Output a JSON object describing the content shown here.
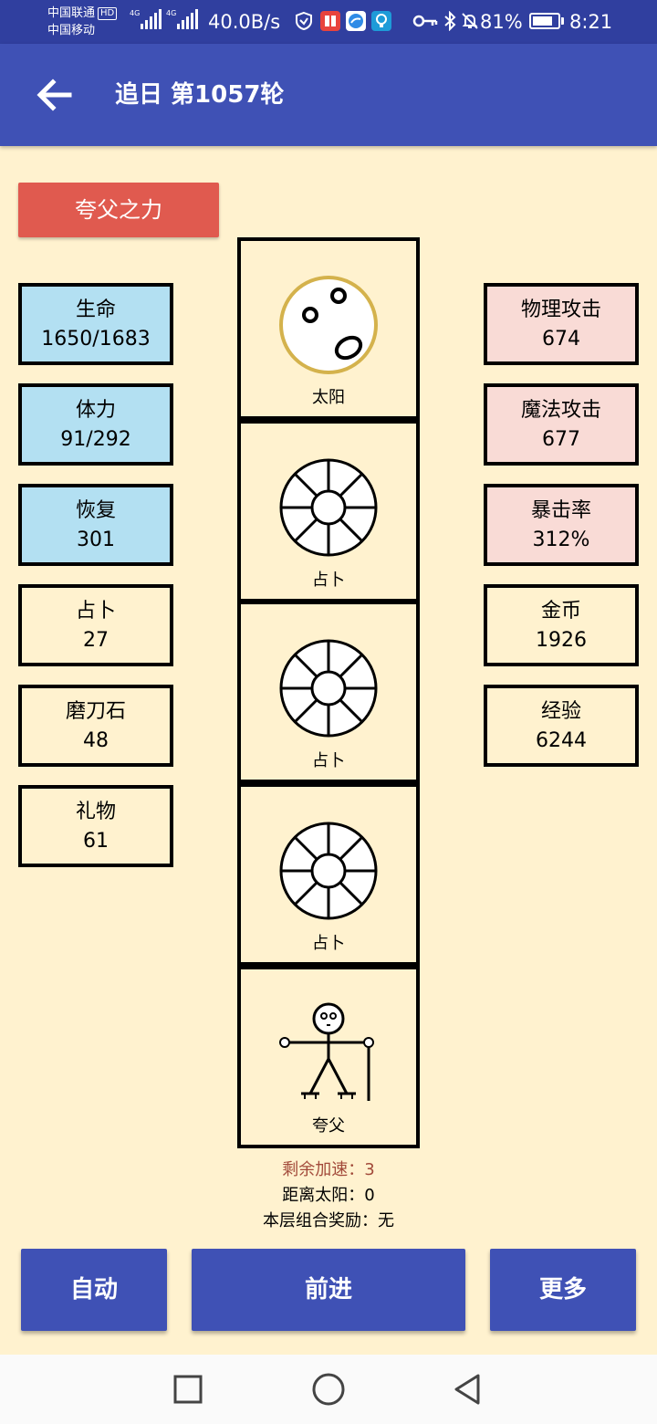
{
  "status_bar": {
    "carrier_1": "中国联通",
    "hd_badge": "HD",
    "carrier_2": "中国移动",
    "network_1": "4G",
    "network_2": "4G",
    "net_speed": "40.0B/s",
    "battery_percent": "81%",
    "battery_level": 0.81,
    "time": "8:21",
    "icons": [
      "signal-icon",
      "signal-icon",
      "shield-icon",
      "book-app-icon",
      "browser-app-icon",
      "bulb-app-icon",
      "key-icon",
      "bluetooth-icon",
      "mute-icon",
      "battery-icon"
    ]
  },
  "app_bar": {
    "title": "追日 第1057轮",
    "back_icon": "arrow-left-icon"
  },
  "power_button": {
    "label": "夸父之力",
    "color": "#e05a4f"
  },
  "left_stats": [
    {
      "label": "生命",
      "value": "1650/1683",
      "color": "#b3e0f2"
    },
    {
      "label": "体力",
      "value": "91/292",
      "color": "#b3e0f2"
    },
    {
      "label": "恢复",
      "value": "301",
      "color": "#b3e0f2"
    },
    {
      "label": "占卜",
      "value": "27",
      "color": "#fff2cf"
    },
    {
      "label": "磨刀石",
      "value": "48",
      "color": "#fff2cf"
    },
    {
      "label": "礼物",
      "value": "61",
      "color": "#fff2cf"
    }
  ],
  "right_stats": [
    {
      "label": "物理攻击",
      "value": "674",
      "color": "#f9dbd6"
    },
    {
      "label": "魔法攻击",
      "value": "677",
      "color": "#f9dbd6"
    },
    {
      "label": "暴击率",
      "value": "312%",
      "color": "#f9dbd6"
    },
    {
      "label": "金币",
      "value": "1926",
      "color": "#fff2cf"
    },
    {
      "label": "经验",
      "value": "6244",
      "color": "#fff2cf"
    }
  ],
  "tower": [
    {
      "icon": "sun-icon",
      "label": "太阳"
    },
    {
      "icon": "divination-wheel-icon",
      "label": "占卜"
    },
    {
      "icon": "divination-wheel-icon",
      "label": "占卜"
    },
    {
      "icon": "divination-wheel-icon",
      "label": "占卜"
    },
    {
      "icon": "kuafu-stickman-icon",
      "label": "夸父"
    }
  ],
  "info": {
    "accel": "剩余加速：3",
    "distance": "距离太阳：0",
    "combo": "本层组合奖励：无"
  },
  "actions": {
    "auto": "自动",
    "forward": "前进",
    "more": "更多"
  },
  "colors": {
    "status_bar": "#303f9f",
    "app_bar": "#3f51b5",
    "background": "#fff2cf",
    "accel_text": "#a24a3a",
    "sun_ring": "#d4b24c"
  },
  "nav_bar": {
    "icons": [
      "square-icon",
      "circle-icon",
      "triangle-back-icon"
    ]
  }
}
